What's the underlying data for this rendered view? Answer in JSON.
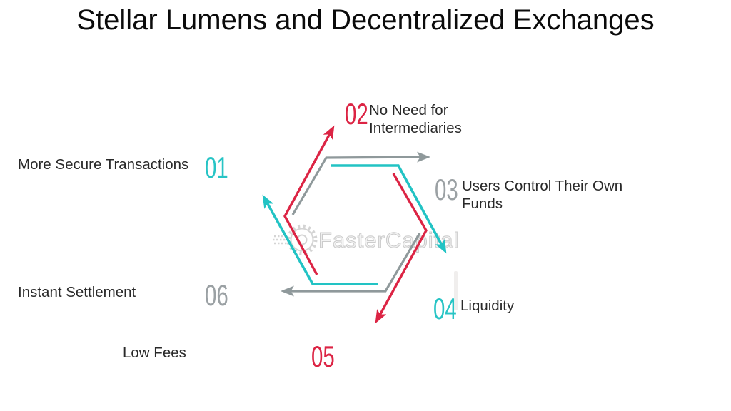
{
  "title": "Stellar Lumens and Decentralized Exchanges",
  "watermark": {
    "text": "FasterCapital"
  },
  "colors": {
    "teal": "#27c4c5",
    "red": "#dc2444",
    "arrow_gray": "#8f999b",
    "number_gray": "#9ba1a4",
    "label_text": "#292929",
    "background": "#ffffff"
  },
  "items": [
    {
      "number": "01",
      "label": "More Secure Transactions",
      "color": "teal"
    },
    {
      "number": "02",
      "label": "No Need for Intermediaries",
      "color": "red"
    },
    {
      "number": "03",
      "label": "Users Control Their Own Funds",
      "color": "gray"
    },
    {
      "number": "04",
      "label": "Liquidity",
      "color": "teal"
    },
    {
      "number": "05",
      "label": "Low Fees",
      "color": "red"
    },
    {
      "number": "06",
      "label": "Instant Settlement",
      "color": "gray"
    }
  ]
}
